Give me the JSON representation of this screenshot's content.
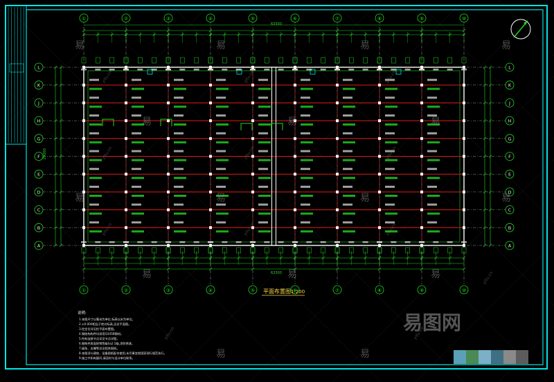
{
  "colors": {
    "background": "#000000",
    "frame": "#00e5e5",
    "dim": "#22d822",
    "axis": "#d8d8d8",
    "beam": "#e01818",
    "column": "#ffffff",
    "text": "#e6e6e6",
    "title": "#ffd84a",
    "watermark": "#8a8a8a"
  },
  "grid": {
    "cols": [
      "①",
      "②",
      "③",
      "④",
      "⑤",
      "⑥",
      "⑦",
      "⑧",
      "⑨",
      "⑩"
    ],
    "rows": [
      "L",
      "K",
      "J",
      "H",
      "G",
      "F",
      "E",
      "D",
      "C",
      "B",
      "A"
    ]
  },
  "drawing": {
    "title": "平面布置图",
    "scale": "1:200",
    "total_dim": "63300",
    "side_dim": "29000"
  },
  "notes": {
    "heading": "说明:",
    "lines": [
      "1.本图尺寸以毫米为单位,标高以米为单位。",
      "2.±0.000相当于绝对标高,见总平面图。",
      "3.柱定位详见柱平面布置图。",
      "4.钢结构构件均采用Q345B钢材。",
      "5.所有连接节点详见节点详图。",
      "6.钢构件表面除锈等级Sa2.5级,涂防锈漆。",
      "7.檩条、支撑等详见相关图纸。",
      "8.本图须与建筑、设备图纸配合使用,未尽事宜按国家现行规范执行。",
      "9.施工中如有疑问,请及时与设计单位联系。"
    ]
  },
  "watermark": {
    "brand": "易图网",
    "char": "易",
    "url": "yitu.cn"
  }
}
